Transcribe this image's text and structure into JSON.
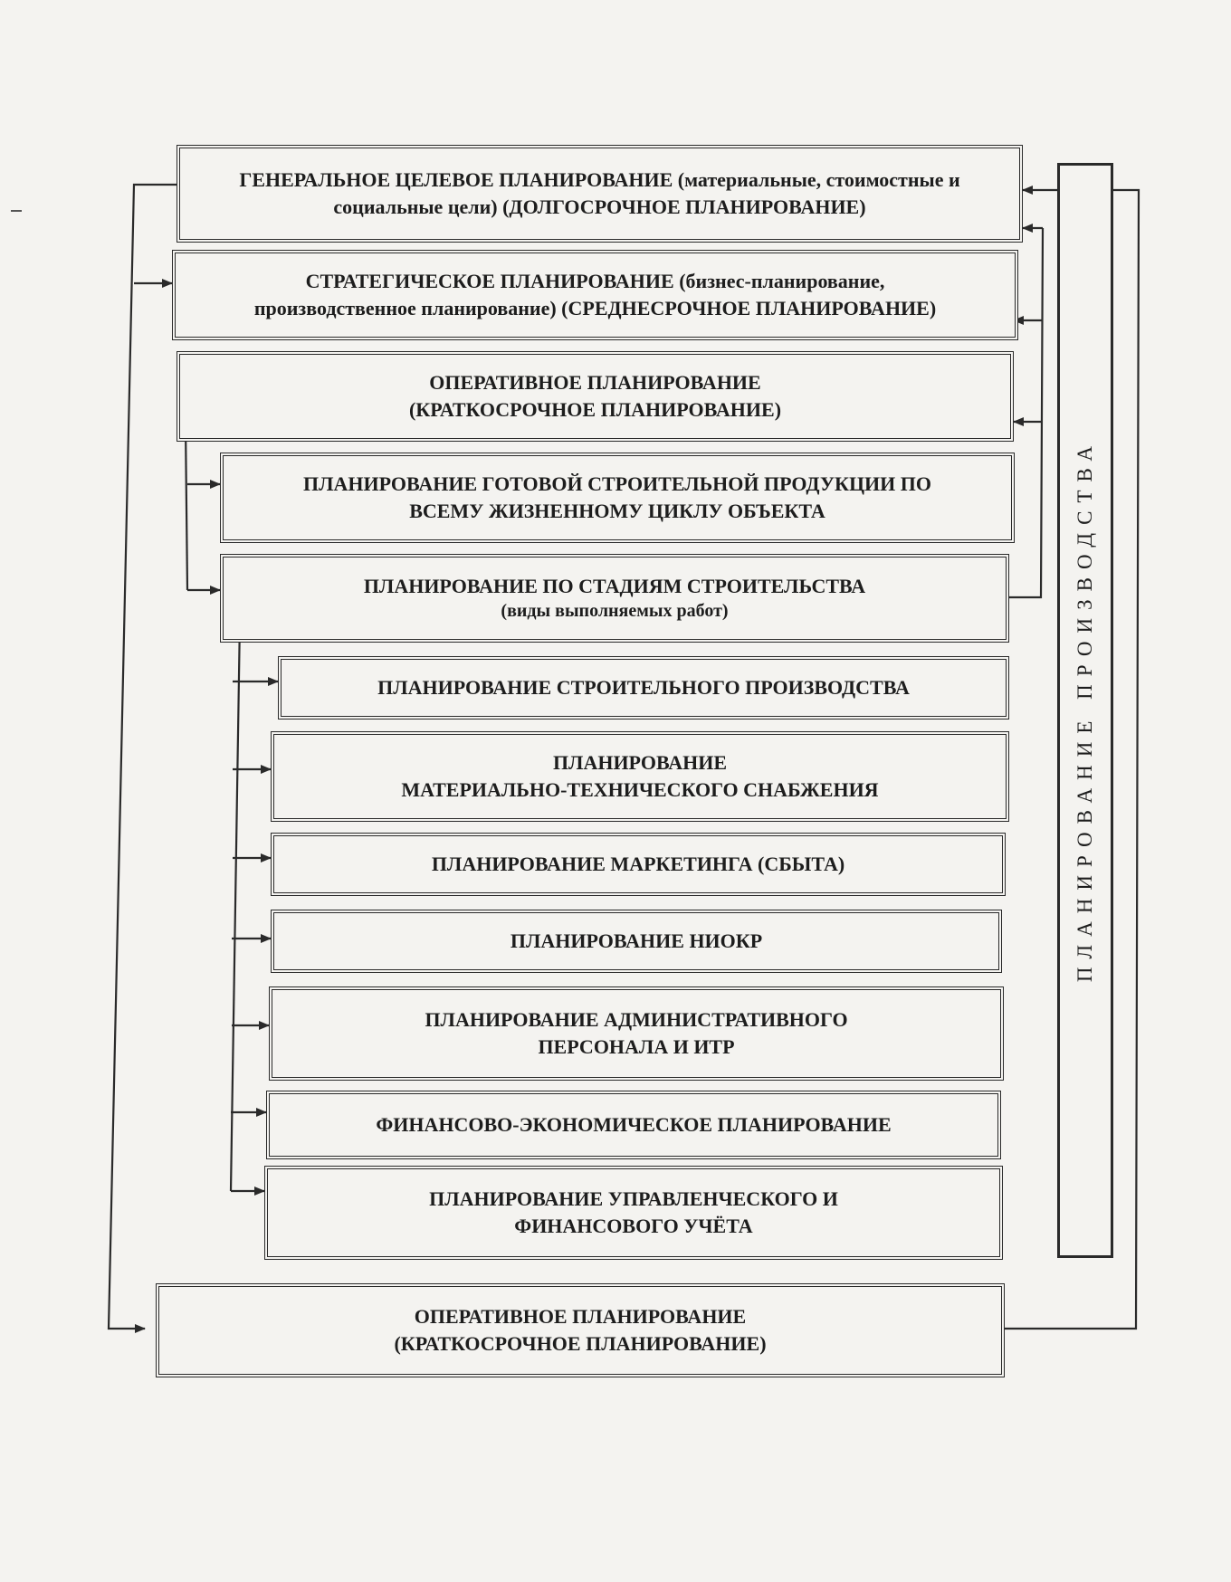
{
  "boxes": {
    "general": {
      "line1": "ГЕНЕРАЛЬНОЕ ЦЕЛЕВОЕ ПЛАНИРОВАНИЕ (материальные, стоимостные и",
      "line2": "социальные цели) (ДОЛГОСРОЧНОЕ ПЛАНИРОВАНИЕ)"
    },
    "strategic": {
      "line1": "СТРАТЕГИЧЕСКОЕ ПЛАНИРОВАНИЕ (бизнес-планирование,",
      "line2": "производственное планирование) (СРЕДНЕСРОЧНОЕ ПЛАНИРОВАНИЕ)"
    },
    "operative_top": {
      "line1": "ОПЕРАТИВНОЕ ПЛАНИРОВАНИЕ",
      "line2": "(КРАТКОСРОЧНОЕ ПЛАНИРОВАНИЕ)"
    },
    "finished_product": {
      "line1": "ПЛАНИРОВАНИЕ ГОТОВОЙ СТРОИТЕЛЬНОЙ ПРОДУКЦИИ ПО",
      "line2": "ВСЕМУ ЖИЗНЕННОМУ ЦИКЛУ ОБЪЕКТА"
    },
    "stages": {
      "line1": "ПЛАНИРОВАНИЕ ПО СТАДИЯМ СТРОИТЕЛЬСТВА",
      "line2": "(виды выполняемых работ)"
    },
    "production": {
      "line1": "ПЛАНИРОВАНИЕ СТРОИТЕЛЬНОГО ПРОИЗВОДСТВА"
    },
    "supply": {
      "line1": "ПЛАНИРОВАНИЕ",
      "line2": "МАТЕРИАЛЬНО-ТЕХНИЧЕСКОГО СНАБЖЕНИЯ"
    },
    "marketing": {
      "line1": "ПЛАНИРОВАНИЕ МАРКЕТИНГА (СБЫТА)"
    },
    "rnd": {
      "line1": "ПЛАНИРОВАНИЕ НИОКР"
    },
    "admin": {
      "line1": "ПЛАНИРОВАНИЕ АДМИНИСТРАТИВНОГО",
      "line2": "ПЕРСОНАЛА И ИТР"
    },
    "finance": {
      "line1": "ФИНАНСОВО-ЭКОНОМИЧЕСКОЕ ПЛАНИРОВАНИЕ"
    },
    "accounting": {
      "line1": "ПЛАНИРОВАНИЕ УПРАВЛЕНЧЕСКОГО И",
      "line2": "ФИНАНСОВОГО УЧЁТА"
    },
    "operative_bottom": {
      "line1": "ОПЕРАТИВНОЕ ПЛАНИРОВАНИЕ",
      "line2": "(КРАТКОСРОЧНОЕ ПЛАНИРОВАНИЕ)"
    }
  },
  "side_label": "ПЛАНИРОВАНИЕ ПРОИЗВОДСТВА",
  "colors": {
    "ink": "#2a2a2a",
    "paper": "#f4f3f0"
  }
}
